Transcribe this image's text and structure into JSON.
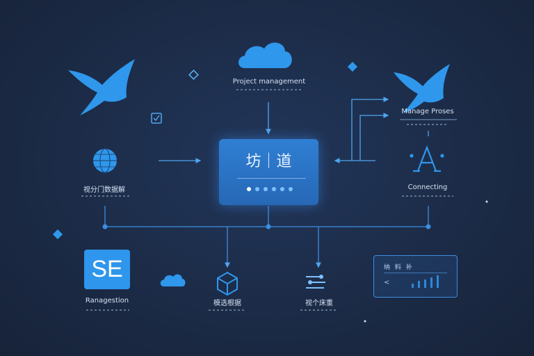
{
  "nodes": {
    "project": {
      "label": "Project management"
    },
    "hub": {
      "title": "坊｜道"
    },
    "left": {
      "label": "视分门数据解"
    },
    "manage": {
      "label": "Manage Proses"
    },
    "connecting": {
      "label": "Connecting"
    },
    "se": {
      "badge": "SE",
      "label": "Ranagestion"
    },
    "cube": {
      "label": "模选根据"
    },
    "flow": {
      "label": "视个床重"
    },
    "panel": {
      "header": "纳 料 补",
      "arrow": "<"
    }
  },
  "icons": [
    "bird-icon",
    "cloud-icon",
    "globe-icon",
    "a-icon",
    "cube-icon",
    "flow-icon",
    "checkbox-icon",
    "diamond-icon"
  ],
  "colors": {
    "background": "#1c2b45",
    "accent": "#2e96ec",
    "line": "#3d8ee0"
  },
  "panel_bars": [
    0.3,
    0.5,
    0.6,
    0.75,
    0.9
  ]
}
